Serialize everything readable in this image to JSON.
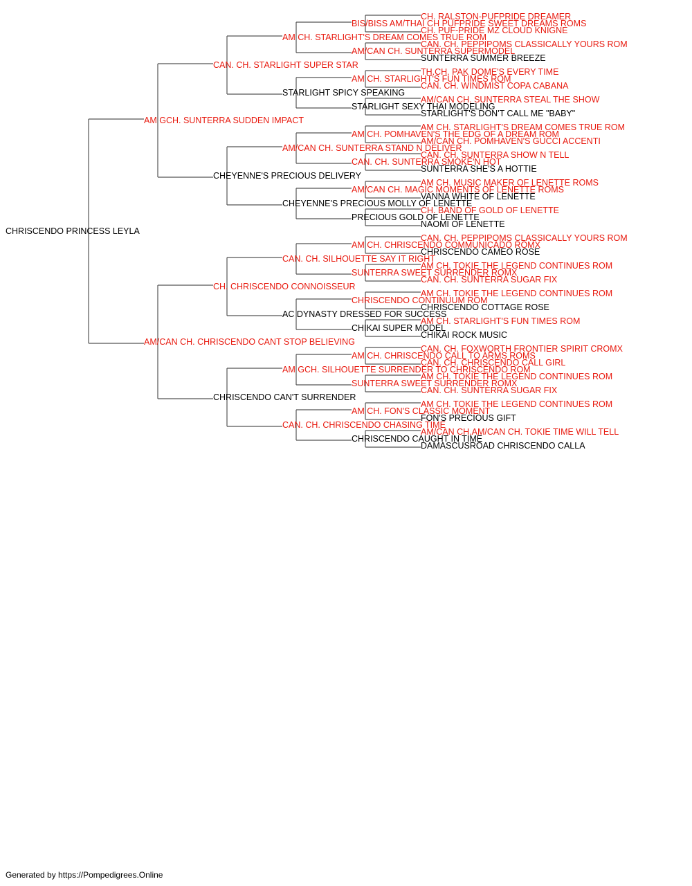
{
  "colors": {
    "champion": "#e8190e",
    "plain": "#000000",
    "lines": "#555555"
  },
  "footer": "Generated by https://Pompedigrees.Online",
  "pedigree": {
    "name": "CHRISCENDO PRINCESS LEYLA",
    "titled": false,
    "sire": {
      "name": "AM GCH. SUNTERRA SUDDEN IMPACT",
      "titled": true,
      "sire": {
        "name": "CAN. CH. STARLIGHT SUPER STAR",
        "titled": true,
        "sire": {
          "name": "AM CH. STARLIGHT'S DREAM COMES TRUE ROM",
          "titled": true,
          "sire": {
            "name": "BIS/BISS AM/THAI CH PUFPRIDE SWEET DREAMS ROMS",
            "titled": true,
            "sire": {
              "name": "CH. RALSTON-PUFPRIDE DREAMER",
              "titled": true
            },
            "dam": {
              "name": "CH. PUF-PRIDE MZ CLOUD KNIGNE",
              "titled": true
            }
          },
          "dam": {
            "name": "AM/CAN CH. SUNTERRA SUPERMODEL",
            "titled": true,
            "sire": {
              "name": "CAN. CH. PEPPIPOMS CLASSICALLY YOURS ROM",
              "titled": true
            },
            "dam": {
              "name": "SUNTERRA SUMMER BREEZE",
              "titled": false
            }
          }
        },
        "dam": {
          "name": "STARLIGHT SPICY SPEAKING",
          "titled": false,
          "sire": {
            "name": "AM CH. STARLIGHT'S FUN TIMES ROM",
            "titled": true,
            "sire": {
              "name": "TH.CH. PAK DOME'S EVERY TIME",
              "titled": true
            },
            "dam": {
              "name": "CAN. CH. WINDMIST COPA CABANA",
              "titled": true
            }
          },
          "dam": {
            "name": "STARLIGHT SEXY THAI MODELING",
            "titled": false,
            "sire": {
              "name": "AM/CAN CH. SUNTERRA STEAL THE SHOW",
              "titled": true
            },
            "dam": {
              "name": "STARLIGHT'S DON'T CALL ME \"BABY\"",
              "titled": false
            }
          }
        }
      },
      "dam": {
        "name": "CHEYENNE'S PRECIOUS DELIVERY",
        "titled": false,
        "sire": {
          "name": "AM/CAN CH. SUNTERRA STAND N DELIVER",
          "titled": true,
          "sire": {
            "name": "AM CH. POMHAVEN'S THE EDG OF A DREAM ROM",
            "titled": true,
            "sire": {
              "name": "AM CH. STARLIGHT'S DREAM COMES TRUE ROM",
              "titled": true
            },
            "dam": {
              "name": "AM/CAN CH. POMHAVEN'S GUCCI ACCENTI",
              "titled": true
            }
          },
          "dam": {
            "name": "CAN. CH. SUNTERRA SMOKE'N HOT",
            "titled": true,
            "sire": {
              "name": "CAN. CH. SUNTERRA SHOW N TELL",
              "titled": true
            },
            "dam": {
              "name": "SUNTERRA SHE'S A HOTTIE",
              "titled": false
            }
          }
        },
        "dam": {
          "name": "CHEYENNE'S PRECIOUS MOLLY OF LENETTE",
          "titled": false,
          "sire": {
            "name": "AM/CAN CH. MAGIC MOMENTS OF LENETTE ROMS",
            "titled": true,
            "sire": {
              "name": "AM CH. MUSIC MAKER OF LENETTE ROMS",
              "titled": true
            },
            "dam": {
              "name": "VANNA WHITE OF LENETTE",
              "titled": false
            }
          },
          "dam": {
            "name": "PRECIOUS GOLD OF LENETTE",
            "titled": false,
            "sire": {
              "name": "CH. BAND OF GOLD OF LENETTE",
              "titled": true
            },
            "dam": {
              "name": "NAOMI OF LENETTE",
              "titled": false
            }
          }
        }
      }
    },
    "dam": {
      "name": "AM/CAN CH. CHRISCENDO CANT STOP BELIEVING",
      "titled": true,
      "sire": {
        "name": "CH. CHRISCENDO CONNOISSEUR",
        "titled": true,
        "sire": {
          "name": "CAN. CH. SILHOUETTE SAY IT RIGHT",
          "titled": true,
          "sire": {
            "name": "AM CH. CHRISCENDO COMMUNICADO ROMX",
            "titled": true,
            "sire": {
              "name": "CAN. CH. PEPPIPOMS CLASSICALLY YOURS ROM",
              "titled": true
            },
            "dam": {
              "name": "CHRISCENDO CAMEO ROSE",
              "titled": false
            }
          },
          "dam": {
            "name": "SUNTERRA SWEET SURRENDER ROMX",
            "titled": true,
            "sire": {
              "name": "AM CH. TOKIE THE LEGEND CONTINUES ROM",
              "titled": true
            },
            "dam": {
              "name": "CAN. CH. SUNTERRA SUGAR FIX",
              "titled": true
            }
          }
        },
        "dam": {
          "name": "AC DYNASTY DRESSED FOR SUCCESS",
          "titled": false,
          "sire": {
            "name": "CHRISCENDO CONTINUUM ROM",
            "titled": true,
            "sire": {
              "name": "AM CH. TOKIE THE LEGEND CONTINUES ROM",
              "titled": true
            },
            "dam": {
              "name": "CHRISCENDO COTTAGE ROSE",
              "titled": false
            }
          },
          "dam": {
            "name": "CHIKAI SUPER MODEL",
            "titled": false,
            "sire": {
              "name": "AM CH. STARLIGHT'S FUN TIMES ROM",
              "titled": true
            },
            "dam": {
              "name": "CHIKAI ROCK MUSIC",
              "titled": false
            }
          }
        }
      },
      "dam": {
        "name": "CHRISCENDO CAN'T SURRENDER",
        "titled": false,
        "sire": {
          "name": "AM GCH. SILHOUETTE SURRENDER TO CHRISCENDO ROM",
          "titled": true,
          "sire": {
            "name": "AM CH. CHRISCENDO CALL TO ARMS ROMS",
            "titled": true,
            "sire": {
              "name": "CAN. CH. FOXWORTH FRONTIER SPIRIT CROMX",
              "titled": true
            },
            "dam": {
              "name": "CAN. CH. CHRISCENDO CALL GIRL",
              "titled": true
            }
          },
          "dam": {
            "name": "SUNTERRA SWEET SURRENDER ROMX",
            "titled": true,
            "sire": {
              "name": "AM CH. TOKIE THE LEGEND CONTINUES ROM",
              "titled": true
            },
            "dam": {
              "name": "CAN. CH. SUNTERRA SUGAR FIX",
              "titled": true
            }
          }
        },
        "dam": {
          "name": "CAN. CH. CHRISCENDO CHASING TIME",
          "titled": true,
          "sire": {
            "name": "AM CH. FON'S CLASSIC MOMENT",
            "titled": true,
            "sire": {
              "name": "AM CH. TOKIE THE LEGEND CONTINUES ROM",
              "titled": true
            },
            "dam": {
              "name": "FON'S PRECIOUS GIFT",
              "titled": false
            }
          },
          "dam": {
            "name": "CHRISCENDO CAUGHT IN TIME",
            "titled": false,
            "sire": {
              "name": "AM/CAN CH.AM/CAN CH. TOKIE TIME WILL TELL",
              "titled": true
            },
            "dam": {
              "name": "DAMASCUSROAD CHRISCENDO CALLA",
              "titled": false
            }
          }
        }
      }
    }
  }
}
